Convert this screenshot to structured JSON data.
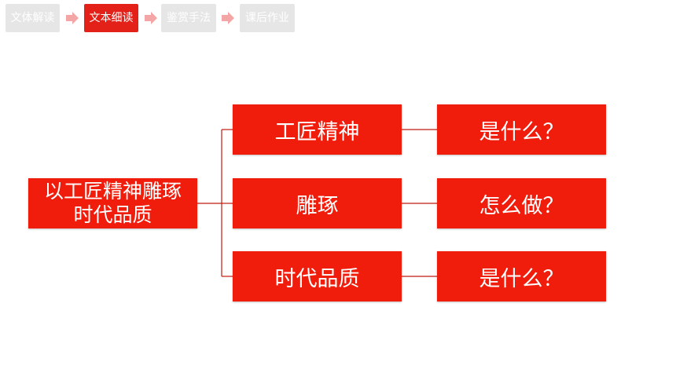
{
  "nav": {
    "tabs": [
      {
        "label": "文体解读",
        "active": false
      },
      {
        "label": "文本细读",
        "active": true
      },
      {
        "label": "鉴赏手法",
        "active": false
      },
      {
        "label": "课后作业",
        "active": false
      }
    ]
  },
  "diagram": {
    "root": {
      "line1": "以工匠精神雕琢",
      "line2": "时代品质"
    },
    "branches": [
      {
        "topic": "工匠精神",
        "question": "是什么？"
      },
      {
        "topic": "雕琢",
        "question": "怎么做？"
      },
      {
        "topic": "时代品质",
        "question": "是什么？"
      }
    ]
  },
  "colors": {
    "box": "#f01c0c",
    "connector": "#c01a10",
    "nav_active": "#e32119",
    "nav_inactive": "#e6e6e6",
    "nav_arrow": "#f4a6a6"
  }
}
